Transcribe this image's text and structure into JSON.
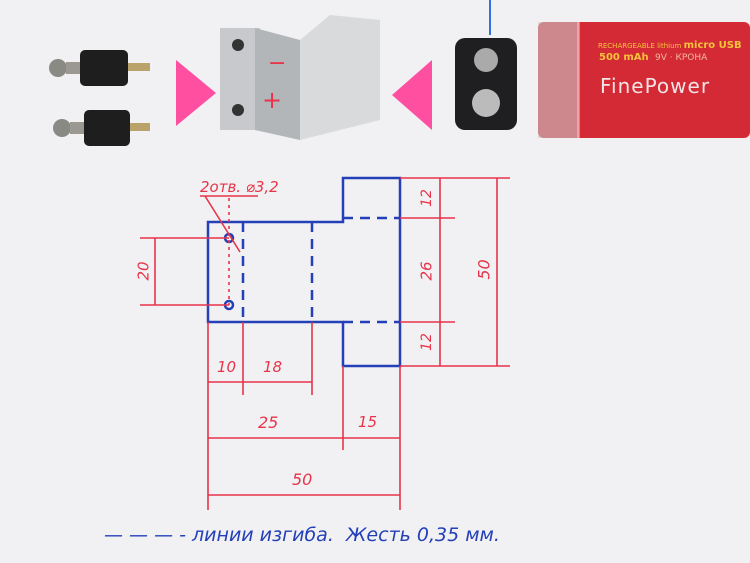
{
  "battery": {
    "line1_small": "RECHARGEABLE lithium",
    "line1_bold": "micro USB",
    "capacity": "500 mAh",
    "type": "9V · КРОНА",
    "brand": "FinePower"
  },
  "drawing": {
    "holes_note": "2отв. ⌀3,2",
    "dim_20": "20",
    "dim_10": "10",
    "dim_18": "18",
    "dim_25": "25",
    "dim_15": "15",
    "dim_50_bottom": "50",
    "dim_12_top": "12",
    "dim_26": "26",
    "dim_12_bottom": "12",
    "dim_50_right": "50"
  },
  "legend": {
    "dashes": "— — —",
    "text": "- линии изгиба.",
    "material": "Жесть 0,35 мм."
  },
  "colors": {
    "red": "#e8334a",
    "blue": "#2440b8",
    "pink": "#ff4fa0",
    "battery": "#d42a35"
  }
}
